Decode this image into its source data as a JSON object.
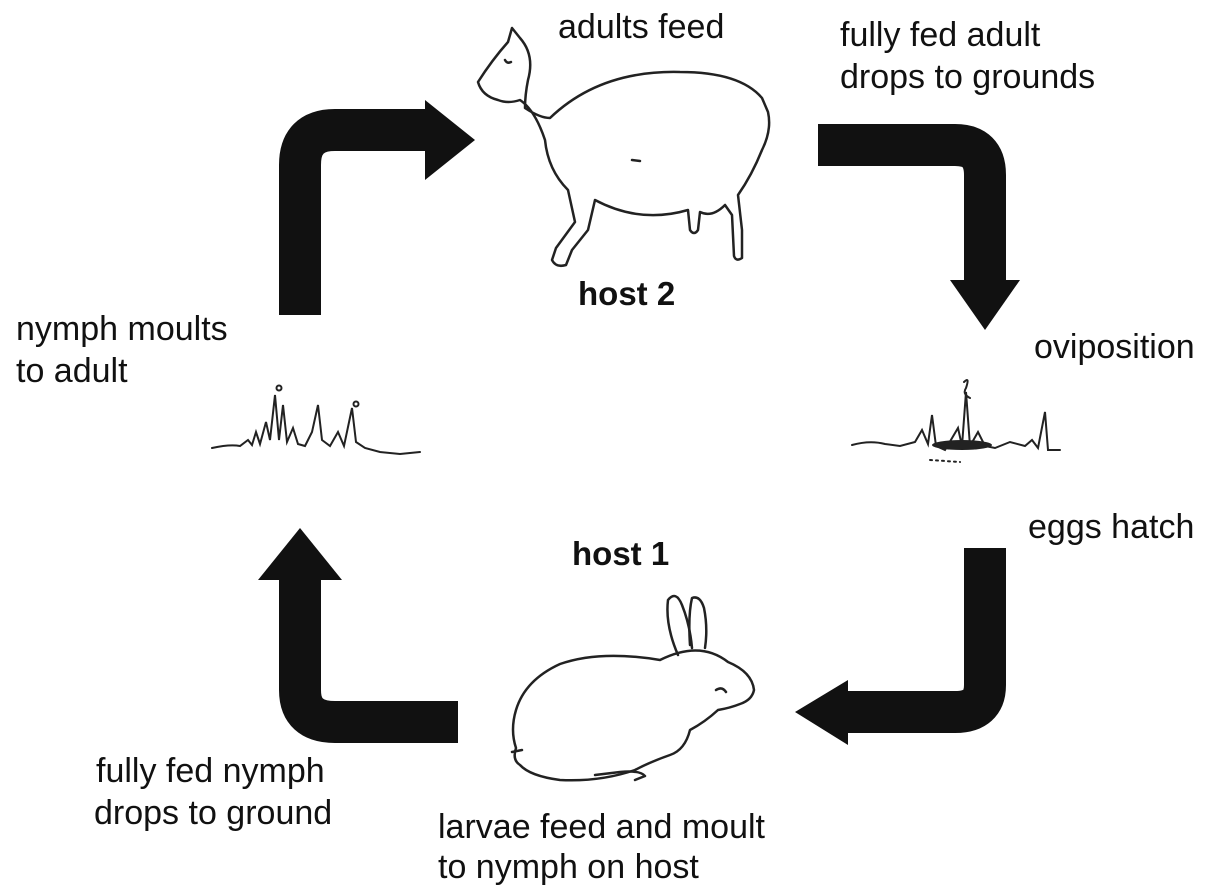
{
  "diagram": {
    "labels": {
      "adults_feed": "adults feed",
      "fully_fed_adult_line1": "fully fed adult",
      "fully_fed_adult_line2": "drops to grounds",
      "host2": "host 2",
      "nymph_moults_line1": "nymph moults",
      "nymph_moults_line2": "to adult",
      "oviposition": "oviposition",
      "eggs_hatch": "eggs hatch",
      "host1": "host 1",
      "fully_fed_nymph_line1": "fully fed nymph",
      "fully_fed_nymph_line2": "drops to ground",
      "larvae_feed_line1": "larvae feed and moult",
      "larvae_feed_line2": "to nymph on host"
    },
    "colors": {
      "arrow": "#111111",
      "outline": "#222222",
      "text": "#111111"
    },
    "icons": [
      "sheep-icon",
      "rabbit-icon",
      "ground-vegetation-icon",
      "ground-eggs-icon"
    ]
  }
}
